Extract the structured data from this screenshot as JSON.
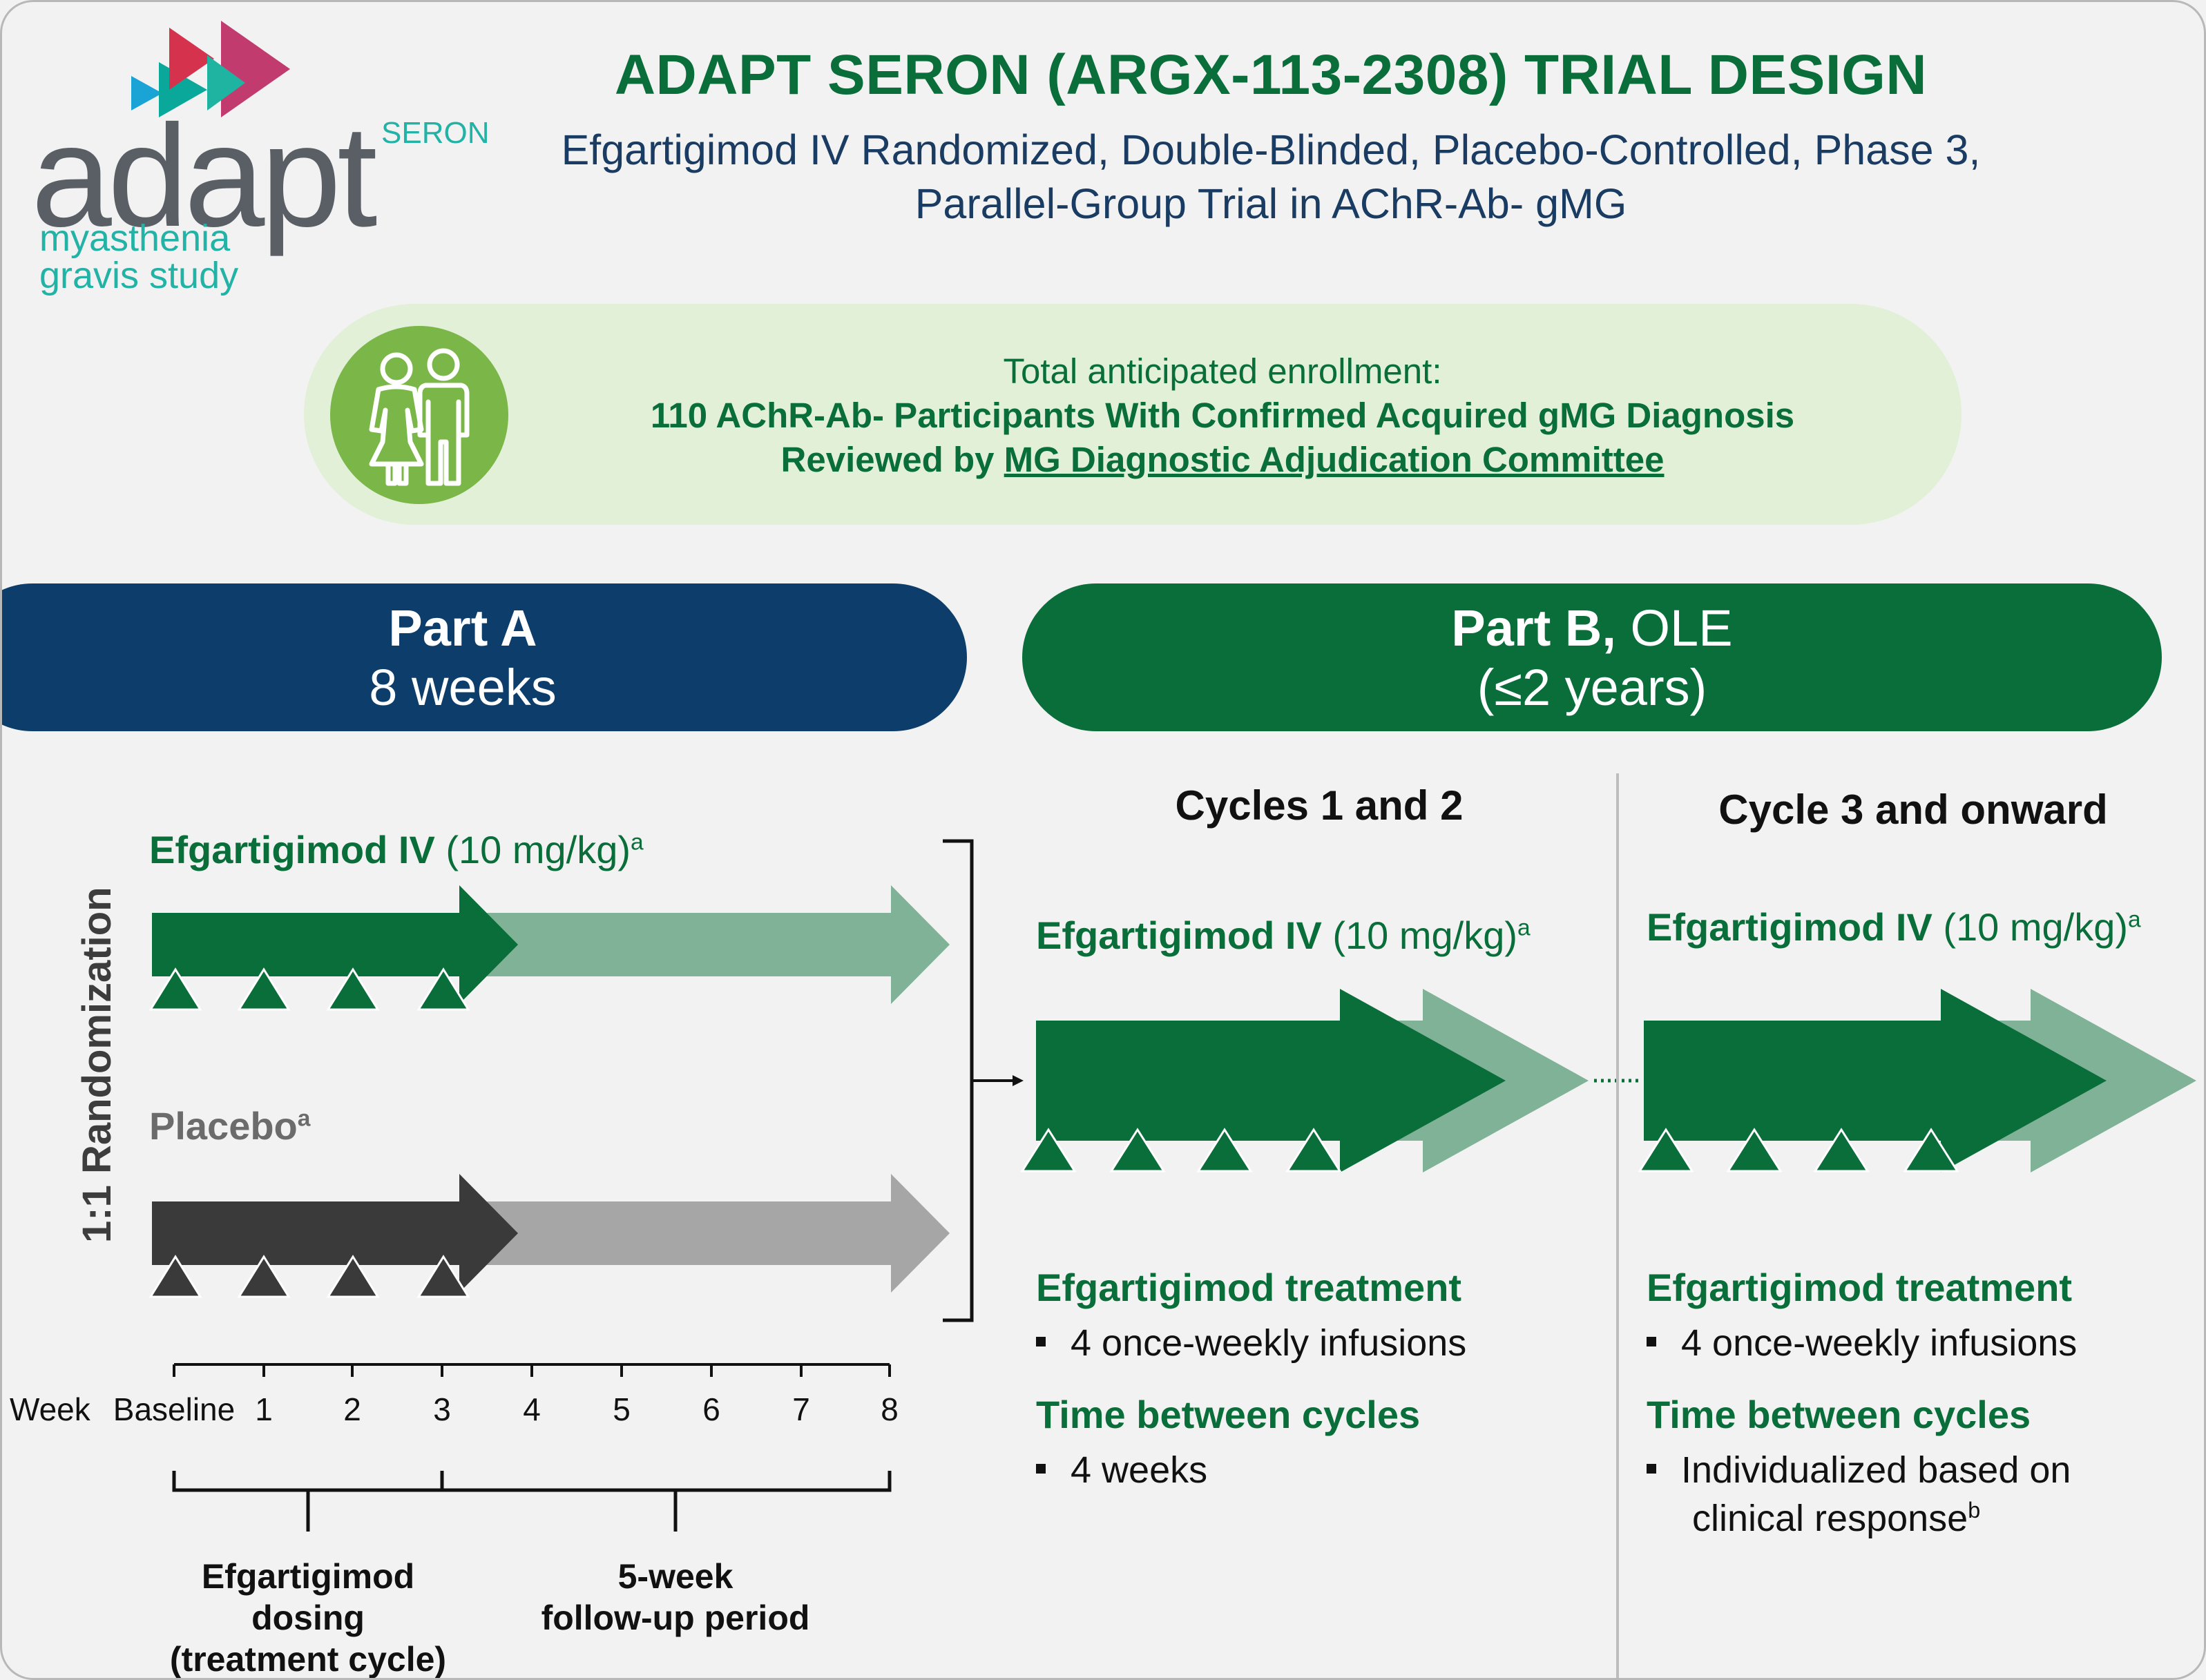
{
  "logo": {
    "word": "adapt",
    "superscript": "SERON",
    "tagline_line1": "myasthenia",
    "tagline_line2": "gravis study"
  },
  "header": {
    "title": "ADAPT SERON (ARGX-113-2308) TRIAL DESIGN",
    "subtitle_line1": "Efgartigimod IV Randomized, Double-Blinded, Placebo-Controlled, Phase 3,",
    "subtitle_line2": "Parallel-Group Trial in AChR-Ab- gMG"
  },
  "enrollment": {
    "icon": "people-icon",
    "line1": "Total anticipated enrollment:",
    "line2": "110 AChR-Ab- Participants With Confirmed Acquired gMG Diagnosis",
    "line3_prefix": "Reviewed by ",
    "line3_link": "MG Diagnostic Adjudication Committee"
  },
  "part_a": {
    "title": "Part A",
    "duration": "8 weeks"
  },
  "part_b": {
    "title": "Part B,",
    "title_suffix": " OLE",
    "duration": "(≤2 years)"
  },
  "randomization_label": "1:1 Randomization",
  "arms": {
    "efgartigimod": {
      "name": "Efgartigimod IV",
      "dose": " (10 mg/kg)",
      "footnote": "a"
    },
    "placebo": {
      "name": "Placebo",
      "footnote": "a"
    }
  },
  "timeline": {
    "prefix": "Week",
    "ticks": [
      "Baseline",
      "1",
      "2",
      "3",
      "4",
      "5",
      "6",
      "7",
      "8"
    ],
    "phase1_line1": "Efgartigimod",
    "phase1_line2": "dosing",
    "phase1_line3": "(treatment cycle)",
    "phase2_line1": "5-week",
    "phase2_line2": "follow-up period"
  },
  "cycles_1_2": {
    "heading": "Cycles 1 and 2",
    "arm_name": "Efgartigimod IV",
    "arm_dose": " (10 mg/kg)",
    "arm_footnote": "a",
    "treatment_heading": "Efgartigimod treatment",
    "treatment_bullet": "4 once-weekly infusions",
    "between_heading": "Time between cycles",
    "between_bullet": "4 weeks"
  },
  "cycle_3_onward": {
    "heading": "Cycle 3 and onward",
    "arm_name": "Efgartigimod IV",
    "arm_dose": " (10 mg/kg)",
    "arm_footnote": "a",
    "treatment_heading": "Efgartigimod treatment",
    "treatment_bullet": "4 once-weekly infusions",
    "between_heading": "Time between cycles",
    "between_bullet_line1": "Individualized based on",
    "between_bullet_line2": "clinical response",
    "between_footnote": "b"
  },
  "colors": {
    "dark_green": "#0a6e3a",
    "light_green": "#7fb297",
    "navy": "#0d3e6b",
    "placebo_dark": "#3a3a3a",
    "placebo_light": "#a6a6a6",
    "enroll_bg": "#e3f0d8",
    "icon_green": "#7ab648",
    "logo_teal": "#22b2a6",
    "logo_gray": "#5a5f66",
    "logo_red": "#d5324d",
    "logo_pink": "#c23b6e",
    "logo_cyan": "#1aa4d6"
  }
}
